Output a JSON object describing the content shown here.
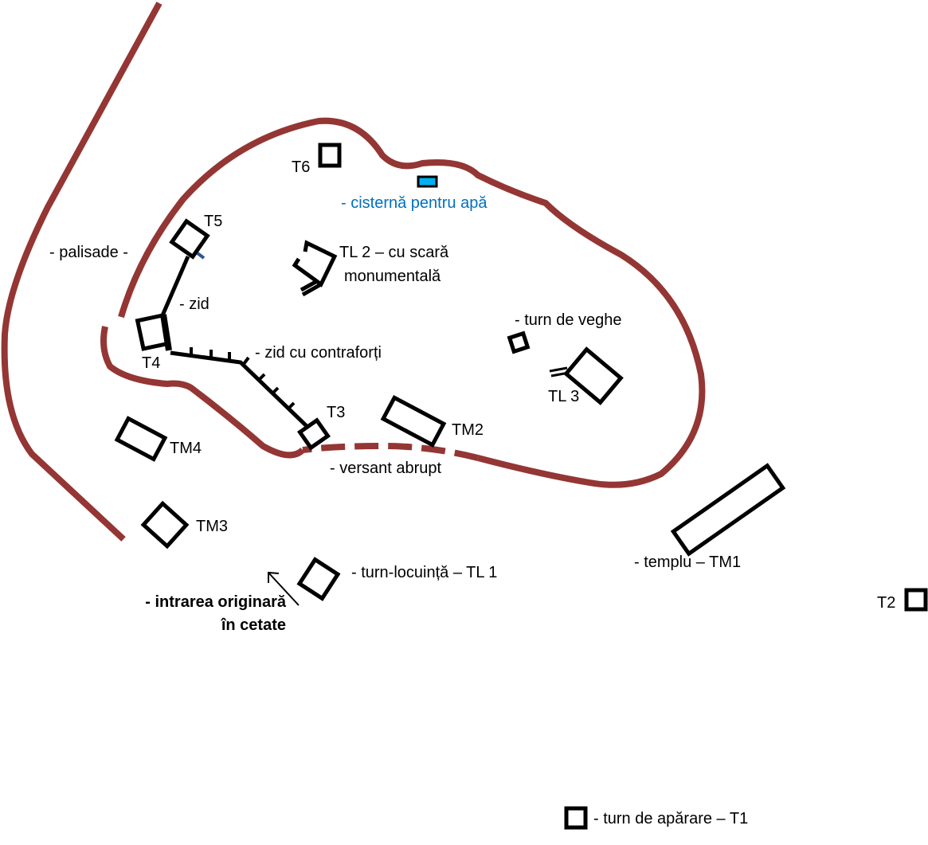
{
  "colors": {
    "palisade": "#943634",
    "cistern": "#00b0f0",
    "cistern_label": "#0070c0",
    "structure": "#000000"
  },
  "labels": {
    "t6": "T6",
    "cistern": "- cisternă pentru apă",
    "t5": "T5",
    "palisade": "- palisade -",
    "tl2_line1": "TL 2 – cu scară",
    "tl2_line2": "monumentală",
    "zid": "- zid",
    "turn_veghe": "- turn de veghe",
    "t4": "T4",
    "zid_contraforti": "- zid cu contraforți",
    "tl3": "TL 3",
    "t3": "T3",
    "tm2": "TM2",
    "tm4": "TM4",
    "versant": "- versant abrupt",
    "tm3": "TM3",
    "tl1": "- turn-locuință – TL 1",
    "templu": "- templu – TM1",
    "intrare_line1": "- intrarea originară",
    "intrare_line2": "în cetate",
    "t2": "T2",
    "legend_t1": "- turn de apărare – T1"
  }
}
